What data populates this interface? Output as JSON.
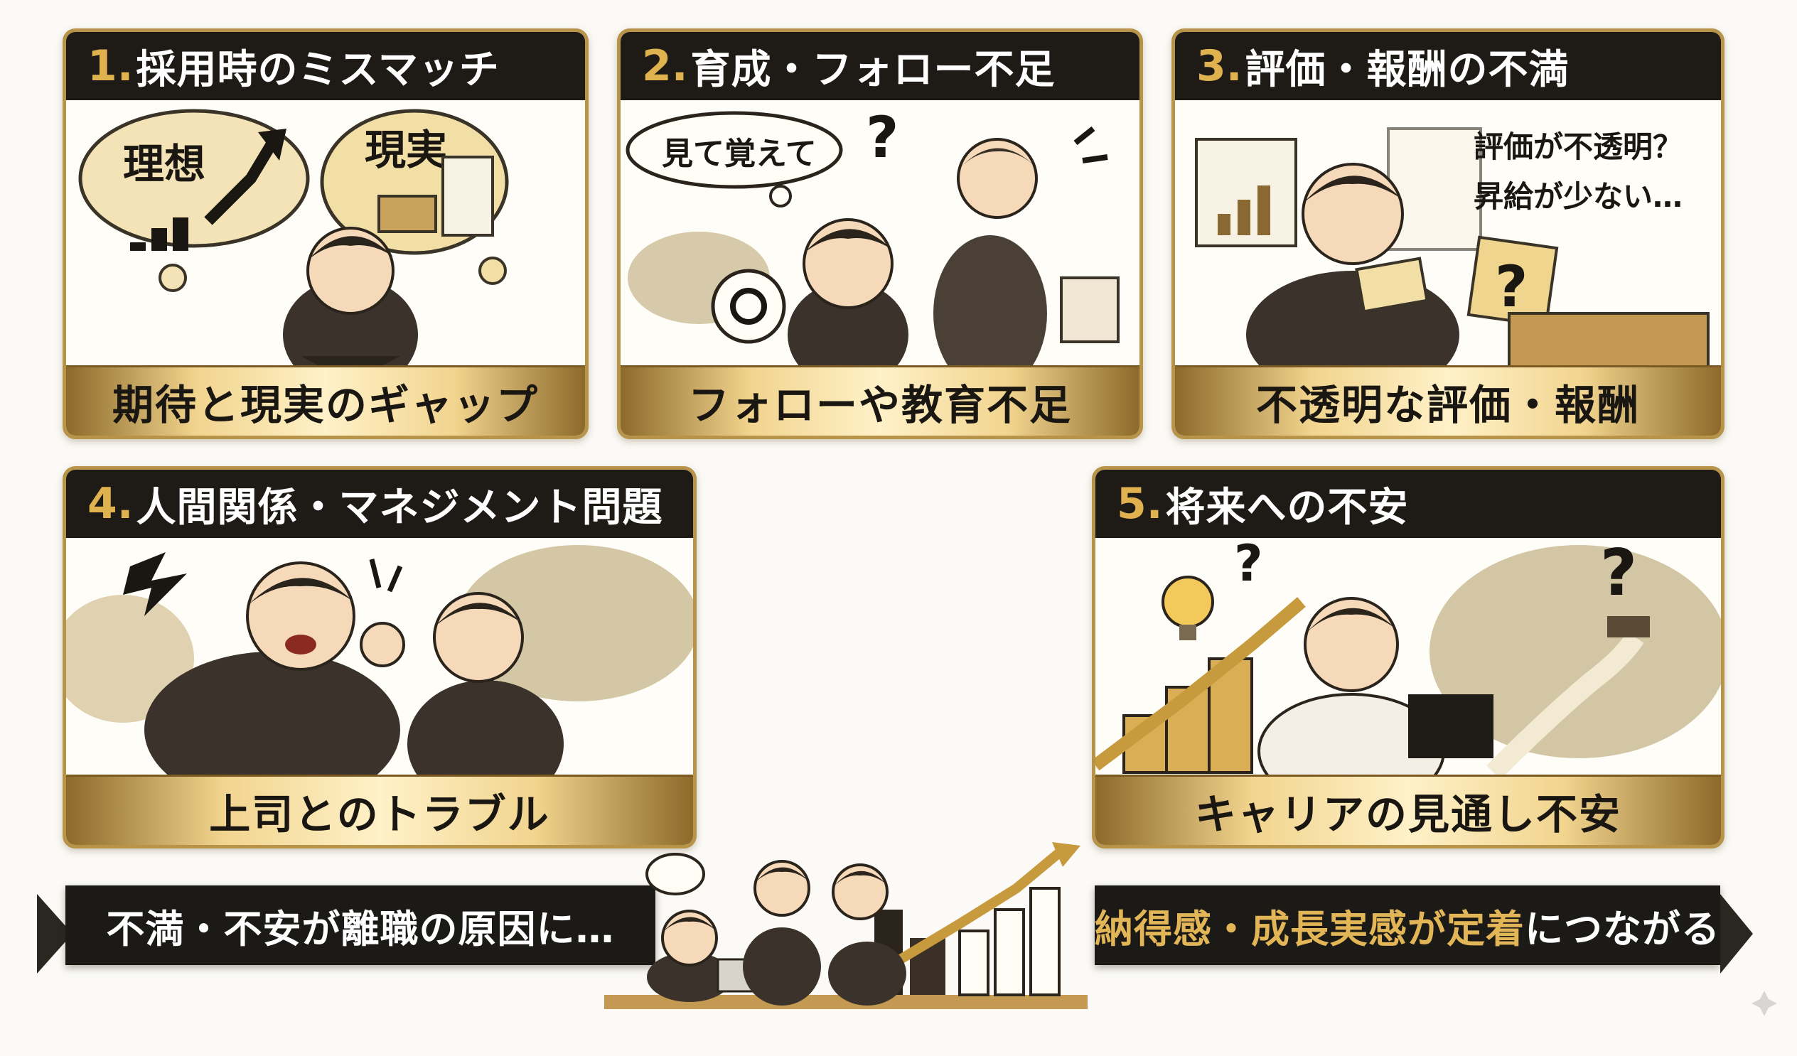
{
  "panels": [
    {
      "num": "1.",
      "title": "採用時のミスマッチ",
      "caption": "期待と現実のギャップ",
      "bubbles": [
        "理想",
        "現実"
      ]
    },
    {
      "num": "2.",
      "title": "育成・フォロー不足",
      "caption": "フォローや教育不足",
      "bubbles": [
        "見て覚えて",
        "?"
      ]
    },
    {
      "num": "3.",
      "title": "評価・報酬の不満",
      "caption": "不透明な評価・報酬",
      "bubbles": [
        "評価が不透明？",
        "昇給が少ない…",
        "?"
      ]
    },
    {
      "num": "4.",
      "title": "人間関係・マネジメント問題",
      "caption": "上司とのトラブル",
      "bubbles": []
    },
    {
      "num": "5.",
      "title": "将来への不安",
      "caption": "キャリアの見通し不安",
      "bubbles": [
        "?",
        "?"
      ]
    }
  ],
  "banners": {
    "left": "不満・不安が離職の原因に…",
    "right": {
      "before": "納得感・成長実感が定着",
      "after": "につながる"
    }
  },
  "colors": {
    "gold": "#d9ae55",
    "dark": "#1e1b17",
    "frame": "#b8944a"
  }
}
